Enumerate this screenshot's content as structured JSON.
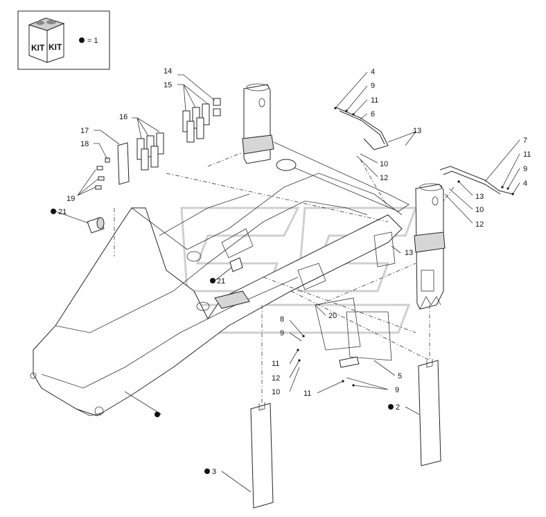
{
  "legend": {
    "kit_label_left": "KIT",
    "kit_label_right": "KIT",
    "dot_symbol": "●",
    "equals_text": "= 1"
  },
  "callouts": [
    {
      "id": "c14",
      "text": "14"
    },
    {
      "id": "c15",
      "text": "15"
    },
    {
      "id": "c16",
      "text": "16"
    },
    {
      "id": "c17",
      "text": "17"
    },
    {
      "id": "c18",
      "text": "18"
    },
    {
      "id": "c19",
      "text": "19"
    },
    {
      "id": "c21a",
      "text": "21"
    },
    {
      "id": "c21b",
      "text": "21"
    },
    {
      "id": "c4a",
      "text": "4"
    },
    {
      "id": "c9a",
      "text": "9"
    },
    {
      "id": "c11a",
      "text": "11"
    },
    {
      "id": "c6",
      "text": "6"
    },
    {
      "id": "c13a",
      "text": "13"
    },
    {
      "id": "c10a",
      "text": "10"
    },
    {
      "id": "c12a",
      "text": "12"
    },
    {
      "id": "c7",
      "text": "7"
    },
    {
      "id": "c11b",
      "text": "11"
    },
    {
      "id": "c9b",
      "text": "9"
    },
    {
      "id": "c4b",
      "text": "4"
    },
    {
      "id": "c13b",
      "text": "13"
    },
    {
      "id": "c10b",
      "text": "10"
    },
    {
      "id": "c12b",
      "text": "12"
    },
    {
      "id": "c13c",
      "text": "13"
    },
    {
      "id": "c20",
      "text": "20"
    },
    {
      "id": "c8",
      "text": "8"
    },
    {
      "id": "c9c",
      "text": "9"
    },
    {
      "id": "c11c",
      "text": "11"
    },
    {
      "id": "c12c",
      "text": "12"
    },
    {
      "id": "c10c",
      "text": "10"
    },
    {
      "id": "c5",
      "text": "5"
    },
    {
      "id": "c11d",
      "text": "11"
    },
    {
      "id": "c9d",
      "text": "9"
    },
    {
      "id": "c2",
      "text": "2"
    },
    {
      "id": "c3",
      "text": "3"
    }
  ]
}
